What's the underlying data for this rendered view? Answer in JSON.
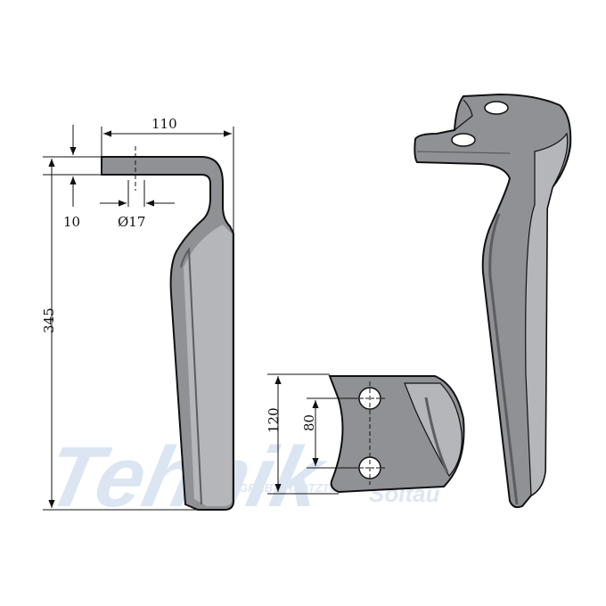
{
  "drawing": {
    "dimensions": {
      "width_top": "110",
      "total_height": "345",
      "plate_thickness": "10",
      "hole_diameter": "Ø17",
      "mount_height": "120",
      "hole_spacing": "80"
    },
    "watermark": {
      "brand": "Tehnik",
      "tagline": "GRAB-ERSATZTEILE",
      "city": "Soltau"
    },
    "colors": {
      "metal": "#8f9194",
      "metal_dark": "#5b5d60",
      "metal_light": "#b4b6b9",
      "outline": "#111111",
      "watermark": "#d6e2f0"
    }
  }
}
